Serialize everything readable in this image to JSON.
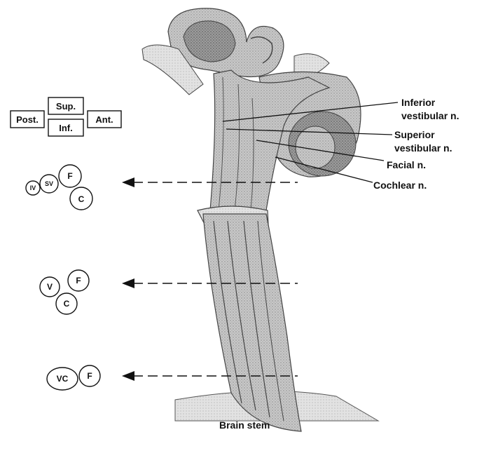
{
  "orientation": {
    "post": "Post.",
    "sup": "Sup.",
    "inf": "Inf.",
    "ant": "Ant."
  },
  "labels": {
    "inferior": [
      "Inferior",
      "vestibular n."
    ],
    "superior": [
      "Superior",
      "vestibular n."
    ],
    "facial": "Facial n.",
    "cochlear": "Cochlear n.",
    "brain_stem": "Brain stem"
  },
  "sections": {
    "upper": {
      "iv": "IV",
      "sv": "SV",
      "f": "F",
      "c": "C"
    },
    "middle": {
      "v": "V",
      "f": "F",
      "c": "C"
    },
    "lower": {
      "vc": "VC",
      "f": "F"
    }
  }
}
